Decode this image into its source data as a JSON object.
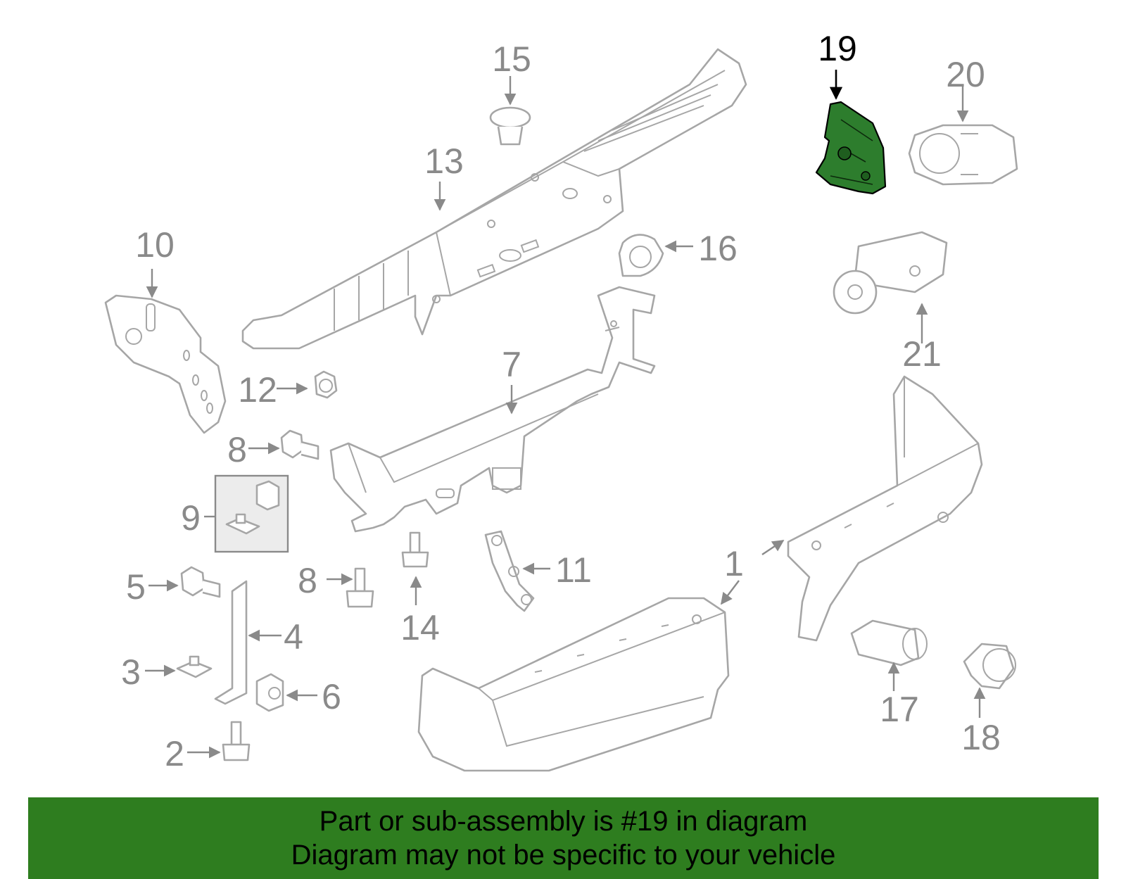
{
  "diagram": {
    "highlight_color": "#2e7d1f",
    "highlighted_part": "19",
    "callouts": [
      "1",
      "2",
      "3",
      "4",
      "5",
      "6",
      "7",
      "8",
      "8",
      "9",
      "10",
      "11",
      "12",
      "13",
      "14",
      "15",
      "16",
      "17",
      "18",
      "19",
      "20",
      "21"
    ]
  },
  "footer": {
    "line1": "Part or sub-assembly is #19 in diagram",
    "line2": "Diagram may not be specific to your vehicle"
  }
}
